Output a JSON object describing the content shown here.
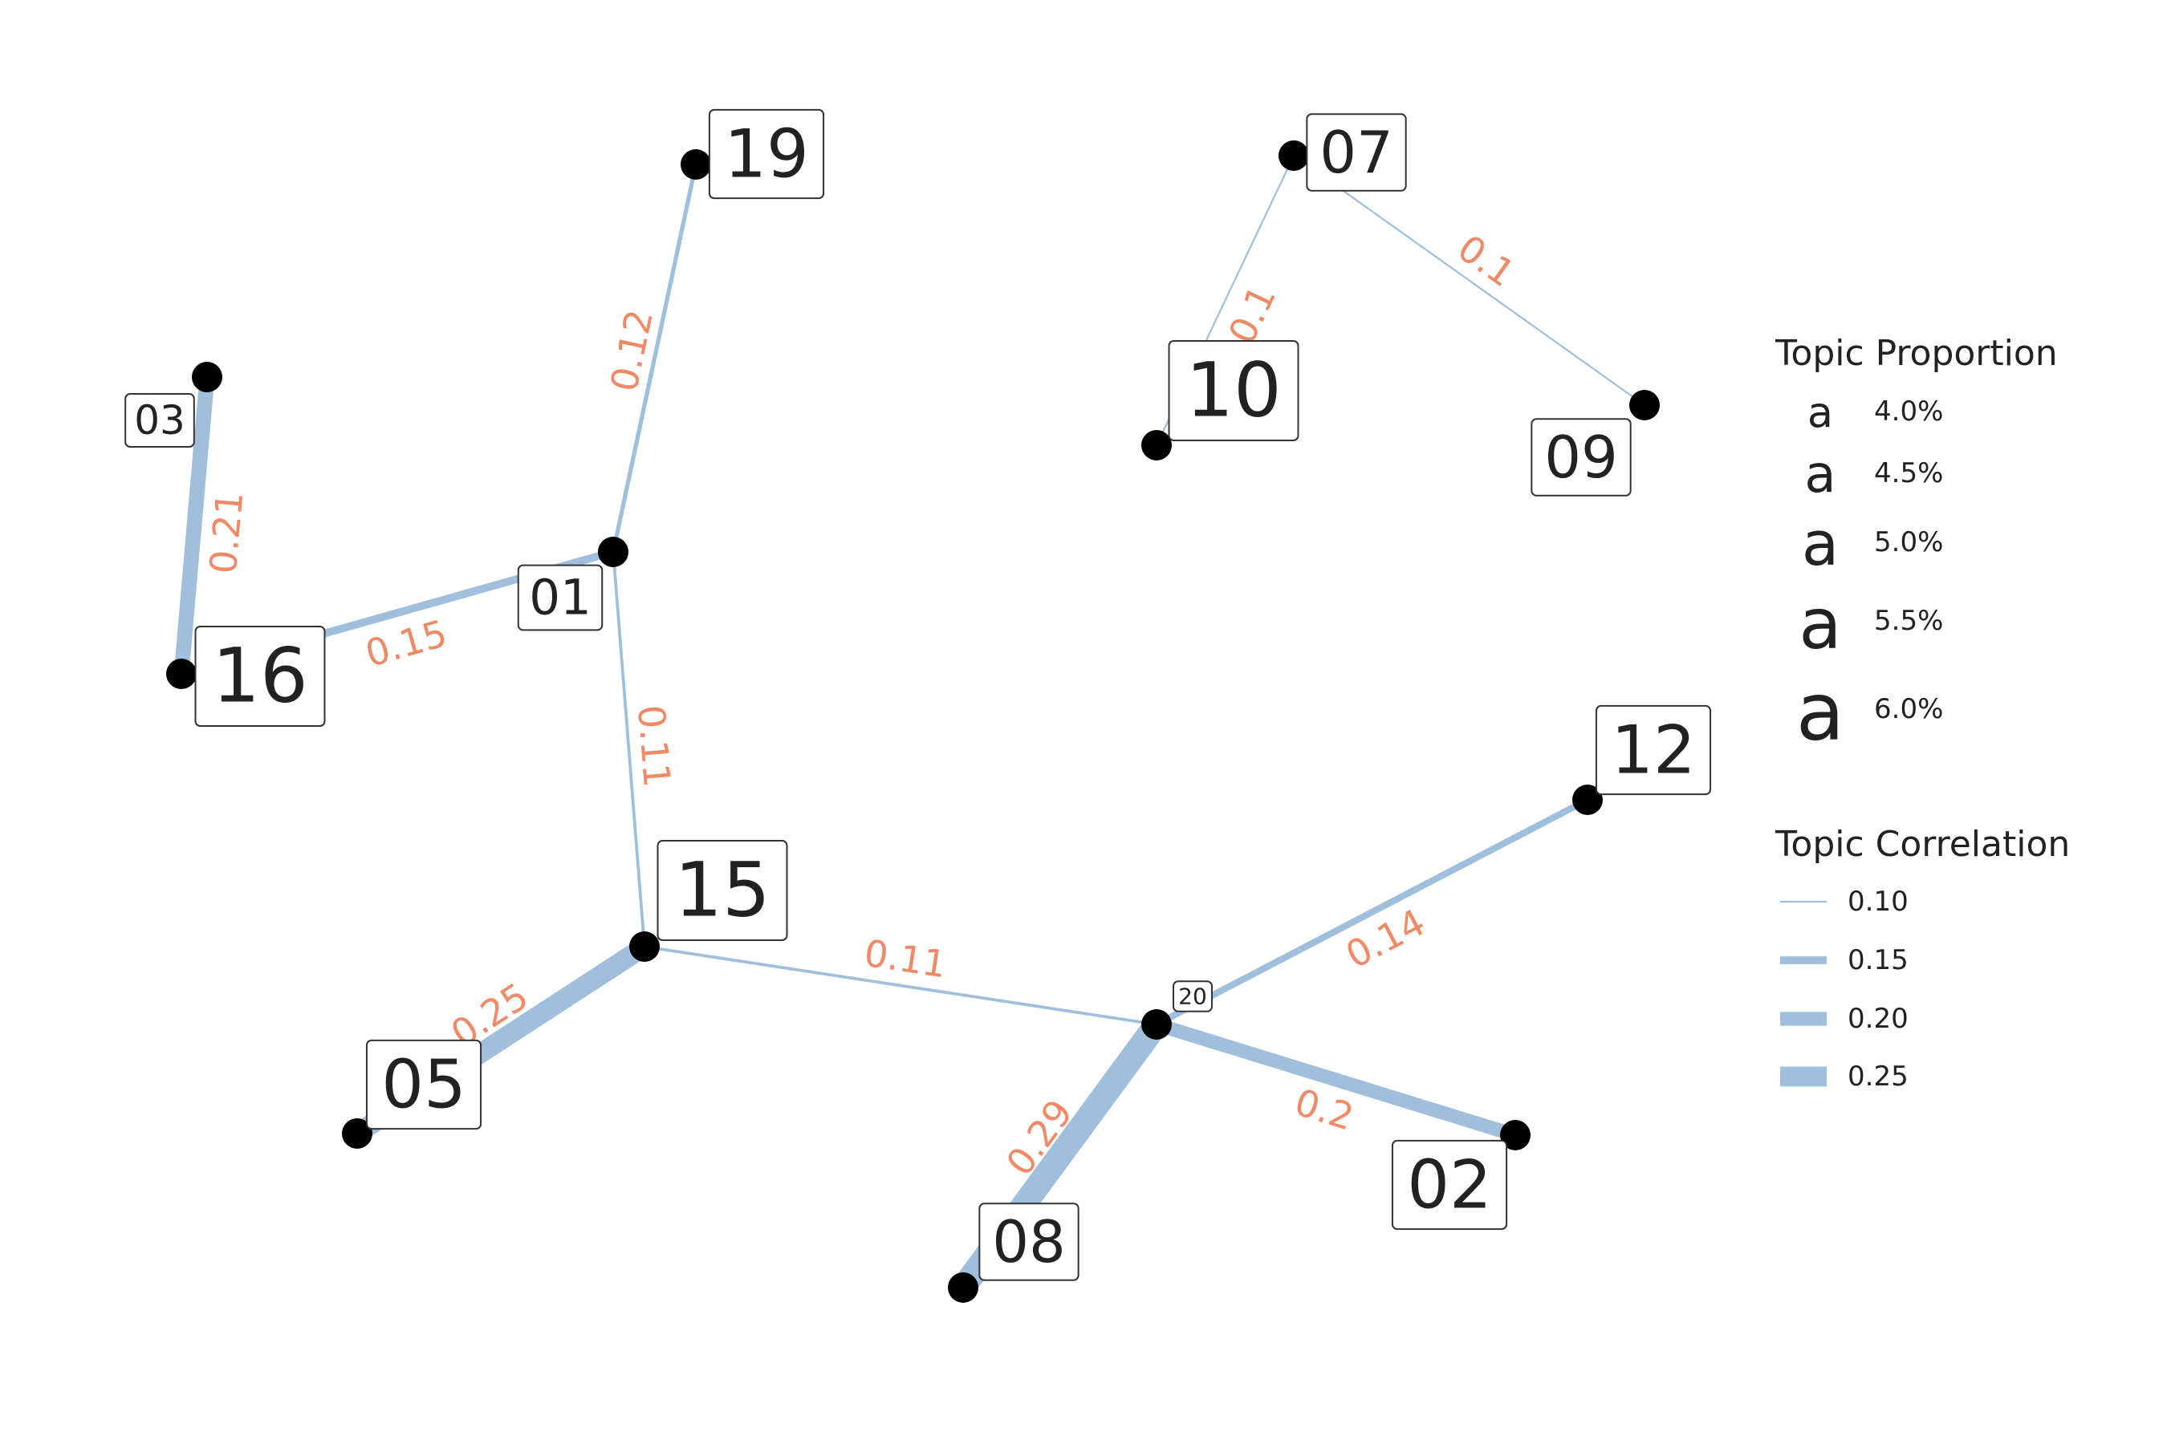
{
  "colors": {
    "edge": "#9fbfdc",
    "edge_label": "#f08a66",
    "node": "#000000",
    "label_border": "#333333",
    "text": "#222222"
  },
  "nodes": [
    {
      "id": "01",
      "label": "01",
      "proportion": 4.5
    },
    {
      "id": "02",
      "label": "02",
      "proportion": 5.5
    },
    {
      "id": "03",
      "label": "03",
      "proportion": 4.0
    },
    {
      "id": "05",
      "label": "05",
      "proportion": 5.5
    },
    {
      "id": "07",
      "label": "07",
      "proportion": 5.0
    },
    {
      "id": "08",
      "label": "08",
      "proportion": 5.0
    },
    {
      "id": "09",
      "label": "09",
      "proportion": 5.0
    },
    {
      "id": "10",
      "label": "10",
      "proportion": 6.0
    },
    {
      "id": "12",
      "label": "12",
      "proportion": 5.5
    },
    {
      "id": "15",
      "label": "15",
      "proportion": 6.0
    },
    {
      "id": "16",
      "label": "16",
      "proportion": 6.0
    },
    {
      "id": "19",
      "label": "19",
      "proportion": 5.5
    },
    {
      "id": "20",
      "label": "20",
      "proportion": 3.0
    }
  ],
  "edges": [
    {
      "source": "19",
      "target": "01",
      "weight": 0.12,
      "label": "0.12"
    },
    {
      "source": "03",
      "target": "16",
      "weight": 0.21,
      "label": "0.21"
    },
    {
      "source": "16",
      "target": "01",
      "weight": 0.15,
      "label": "0.15"
    },
    {
      "source": "01",
      "target": "15",
      "weight": 0.11,
      "label": "0.11"
    },
    {
      "source": "15",
      "target": "05",
      "weight": 0.25,
      "label": "0.25"
    },
    {
      "source": "15",
      "target": "20",
      "weight": 0.11,
      "label": "0.11"
    },
    {
      "source": "20",
      "target": "12",
      "weight": 0.14,
      "label": "0.14"
    },
    {
      "source": "20",
      "target": "08",
      "weight": 0.29,
      "label": "0.29"
    },
    {
      "source": "20",
      "target": "02",
      "weight": 0.2,
      "label": "0.2"
    },
    {
      "source": "07",
      "target": "10",
      "weight": 0.1,
      "label": "0.1"
    },
    {
      "source": "07",
      "target": "09",
      "weight": 0.1,
      "label": "0.1"
    }
  ],
  "legend": {
    "proportion": {
      "title": "Topic Proportion",
      "glyph": "a",
      "items": [
        {
          "value": 4.0,
          "label": "4.0%"
        },
        {
          "value": 4.5,
          "label": "4.5%"
        },
        {
          "value": 5.0,
          "label": "5.0%"
        },
        {
          "value": 5.5,
          "label": "5.5%"
        },
        {
          "value": 6.0,
          "label": "6.0%"
        }
      ]
    },
    "correlation": {
      "title": "Topic Correlation",
      "items": [
        {
          "value": 0.1,
          "label": "0.10"
        },
        {
          "value": 0.15,
          "label": "0.15"
        },
        {
          "value": 0.2,
          "label": "0.20"
        },
        {
          "value": 0.25,
          "label": "0.25"
        }
      ]
    }
  }
}
